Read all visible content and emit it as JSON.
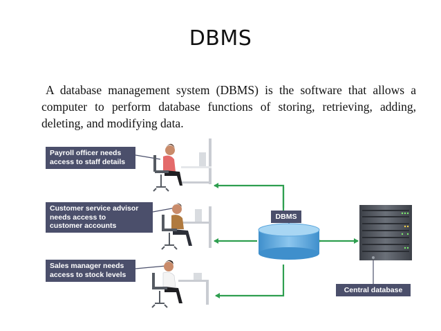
{
  "slide": {
    "title": "DBMS",
    "body": "A database management system (DBMS) is the software that allows a computer to perform database functions of storing, retrieving, adding, deleting, and modifying data."
  },
  "diagram": {
    "users": [
      {
        "label": "Payroll officer needs\naccess to staff details"
      },
      {
        "label": "Customer service advisor\nneeds access to\ncustomer accounts"
      },
      {
        "label": "Sales manager needs\naccess to stock levels"
      }
    ],
    "dbms_label": "DBMS",
    "database_label": "Central database",
    "colors": {
      "label_bg": "#4b4f6b",
      "arrow": "#2e9e4f",
      "cylinder": "#5ba6dd",
      "server": "#4a4f57"
    }
  }
}
